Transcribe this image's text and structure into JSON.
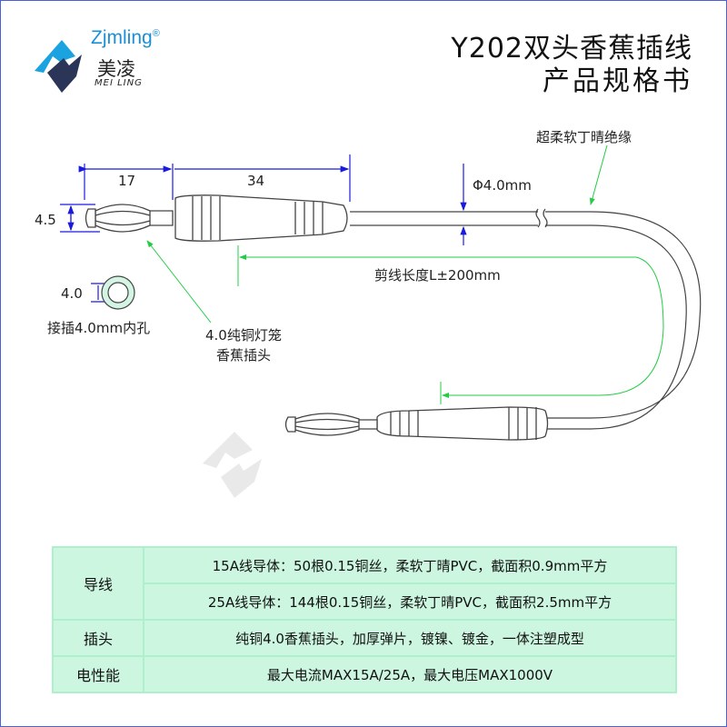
{
  "brand": {
    "name_en": "Zjmling",
    "registered": "®",
    "name_cn": "美凌",
    "name_pinyin": "MEI LING"
  },
  "header": {
    "title": "Y202双头香蕉插线",
    "subtitle": "产品规格书"
  },
  "drawing": {
    "dim_tip": "17",
    "dim_body": "34",
    "dim_tip_dia": "4.5",
    "dim_hole": "4.0",
    "hole_label": "接插4.0mm内孔",
    "plug_label_line1": "4.0纯铜灯笼",
    "plug_label_line2": "香蕉插头",
    "cable_dia": "Φ4.0mm",
    "insulation_label": "超柔软丁晴绝缘",
    "length_label": "剪线长度L±200mm"
  },
  "spec_table": {
    "rows": [
      {
        "header": "导线",
        "values": [
          "15A线导体：50根0.15铜丝，柔软丁晴PVC，截面积0.9mm平方",
          "25A线导体：144根0.15铜丝，柔软丁晴PVC，截面积2.5mm平方"
        ]
      },
      {
        "header": "插头",
        "values": [
          "纯铜4.0香蕉插头，加厚弹片，镀镍、镀金，一体注塑成型"
        ]
      },
      {
        "header": "电性能",
        "values": [
          "最大电流MAX15A/25A，最大电压MAX1000V"
        ]
      }
    ]
  },
  "colors": {
    "dimension": "#1a1adf",
    "leader": "#22cc44",
    "table_bg": "#ccf6e0",
    "frame": "#4a5fe0",
    "logo_blue": "#1aa3e0",
    "logo_dark": "#2a3558"
  }
}
